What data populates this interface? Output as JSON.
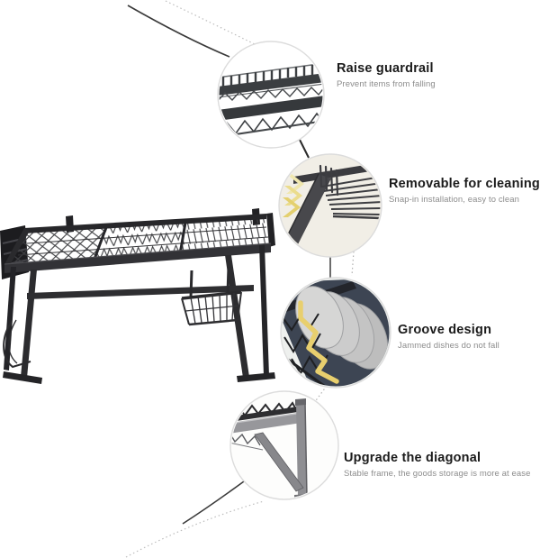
{
  "product_diagram": {
    "subject": "over-sink dish drying rack",
    "features": [
      {
        "title": "Raise guardrail",
        "subtitle": "Prevent items from falling"
      },
      {
        "title": "Removable for cleaning",
        "subtitle": "Snap-in installation, easy to clean"
      },
      {
        "title": "Groove design",
        "subtitle": "Jammed dishes do not fall"
      },
      {
        "title": "Upgrade the diagonal",
        "subtitle": "Stable frame, the goods storage is more at ease"
      }
    ]
  },
  "colors": {
    "background": "#ffffff",
    "title_text": "#1b1b1b",
    "subtitle_text": "#8d8d8d",
    "rack_metal": "#2c2c2f",
    "highlight_yellow": "#e8cf6e",
    "inset_circle_border": "#dcdcdc",
    "inset_cream_bg": "#f1eee6",
    "inset_slate_bg": "#3d4553"
  }
}
